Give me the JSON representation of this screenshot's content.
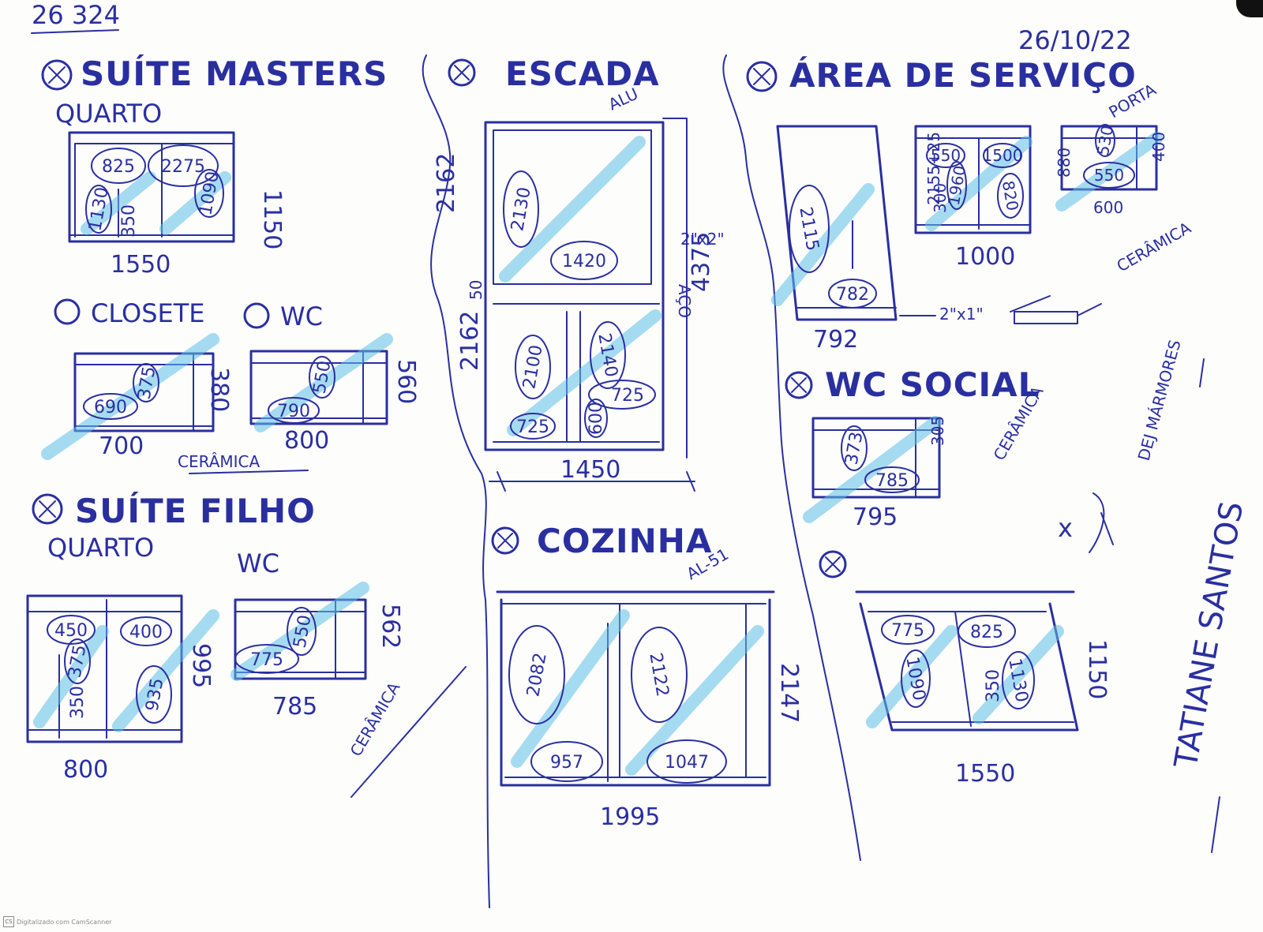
{
  "project_code": "26 324",
  "date": "26/10/22",
  "sections": {
    "suite_master": {
      "title": "SUÍTE MASTERS",
      "quarto": {
        "label": "QUARTO",
        "width": "1550",
        "height": "1150",
        "pieces": [
          "825",
          "2275",
          "1090",
          "1130",
          "350"
        ]
      },
      "closet": {
        "label": "CLOSETE",
        "width": "700",
        "height": "380",
        "pieces": [
          "690",
          "375"
        ]
      },
      "wc": {
        "label": "WC",
        "width": "800",
        "height": "560",
        "pieces": [
          "790",
          "550"
        ]
      },
      "note": "CERÂMICA"
    },
    "suite_filho": {
      "title": "SUÍTE FILHO",
      "quarto": {
        "label": "QUARTO",
        "width": "800",
        "height": "995",
        "pieces": [
          "450",
          "400",
          "375",
          "935",
          "350"
        ]
      },
      "wc": {
        "label": "WC",
        "width": "785",
        "height": "562",
        "pieces": [
          "775",
          "550"
        ]
      },
      "note": "CERÂMICA"
    },
    "escada": {
      "title": "ESCADA",
      "corner_note": "ALU",
      "width": "1450",
      "height_total": "4375",
      "height_top": "2162",
      "height_bottom": "2162",
      "gap": "50",
      "profile": "2\"x2\"",
      "side_note": "AÇO",
      "pieces": [
        "2130",
        "1420",
        "2100",
        "2140",
        "725",
        "600",
        "725"
      ]
    },
    "cozinha": {
      "title": "COZINHA",
      "corner_note": "AL-51",
      "width": "1995",
      "height": "2147",
      "pieces": [
        "2082",
        "2122",
        "957",
        "1047"
      ]
    },
    "area_servico": {
      "title": "ÁREA DE SERVIÇO",
      "width_a": "792",
      "height_a": "2155+25",
      "width_b": "1000",
      "height_b": "880",
      "width_c": "600",
      "height_c": "400",
      "profile": "2\"x1\"",
      "pieces": [
        "2115",
        "782",
        "550",
        "1500",
        "1960",
        "300",
        "820",
        "530",
        "550"
      ],
      "porta_label": "PORTA",
      "note": "CERÂMICA"
    },
    "wc_social": {
      "title": "WC SOCIAL",
      "width": "795",
      "height": "305",
      "pieces": [
        "373",
        "785"
      ],
      "note": "CERÂMICA"
    },
    "extra": {
      "width": "1550",
      "height": "1150",
      "pieces": [
        "775",
        "825",
        "1090",
        "1130",
        "350"
      ]
    }
  },
  "margin_notes": {
    "reviewer": "DEJ MÁRMORES",
    "signature": "TATIANE SANTOS",
    "x_mark": "x"
  },
  "footer": {
    "scanner_badge": "CS",
    "scanner_text": "Digitalizado com CamScanner"
  }
}
